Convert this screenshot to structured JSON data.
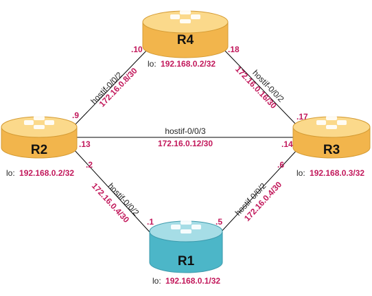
{
  "colors": {
    "router_orange_top": "#fbd98b",
    "router_orange_body": "#f2b54c",
    "router_orange_stroke": "#d49a32",
    "router_teal_top": "#a6dde6",
    "router_teal_body": "#4cb6c8",
    "router_teal_stroke": "#3b9aac",
    "accent_magenta": "#c2185b",
    "link": "#000000"
  },
  "routers": {
    "r1": {
      "name": "R1",
      "lo_prefix": "lo:",
      "lo_ip": "192.168.0.1/32",
      "theme": "teal"
    },
    "r2": {
      "name": "R2",
      "lo_prefix": "lo:",
      "lo_ip": "192.168.0.2/32",
      "theme": "orange"
    },
    "r3": {
      "name": "R3",
      "lo_prefix": "lo:",
      "lo_ip": "192.168.0.3/32",
      "theme": "orange"
    },
    "r4": {
      "name": "R4",
      "lo_prefix": "lo:",
      "lo_ip": "192.168.0.2/32",
      "theme": "orange"
    }
  },
  "links": {
    "r2_r4": {
      "iface": "hostif-0/0/2",
      "subnet": "172.16.0.8/30",
      "end_r2": ".9",
      "end_r4": ".10"
    },
    "r4_r3": {
      "iface": "hostif-0/0/2",
      "subnet": "172.16.0.16/30",
      "end_r4": ".18",
      "end_r3": ".17"
    },
    "r2_r3": {
      "iface": "hostif-0/0/3",
      "subnet": "172.16.0.12/30",
      "end_r2": ".13",
      "end_r3": ".14"
    },
    "r2_r1": {
      "iface": "hostif-0/0/2",
      "subnet": "172.16.0.4/30",
      "end_r2": ".2",
      "end_r1": ".1"
    },
    "r1_r3": {
      "iface": "hostif-0/0/2",
      "subnet": "172.16.0.4/30",
      "end_r1": ".5",
      "end_r3": ".6"
    }
  }
}
